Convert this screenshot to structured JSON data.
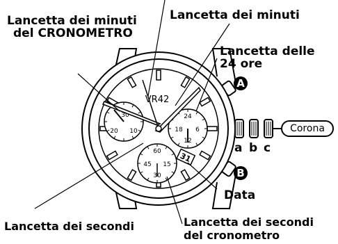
{
  "labels": {
    "lancetta_minuti_crono_line1": "Lancetta dei minuti",
    "lancetta_minuti_crono_line2": "del CRONOMETRO",
    "lancetta_minuti": "Lancetta dei minuti",
    "lancetta_24_line1": "Lancetta delle",
    "lancetta_24_line2": "24 ore",
    "corona": "Corona",
    "pos_a": "a",
    "pos_b": "b",
    "pos_c": "c",
    "data": "Data",
    "lancetta_secondi": "Lancetta dei secondi",
    "lancetta_secondi_crono_line1": "Lancetta dei secondi",
    "lancetta_secondi_crono_line2": "del cronometro"
  },
  "buttons": {
    "a": "A",
    "b": "B"
  },
  "dial": {
    "model": "VR42",
    "date": "31",
    "left_subdial": [
      "30",
      "20",
      "10"
    ],
    "right_subdial": [
      "24",
      "18",
      "6",
      "12"
    ],
    "bottom_subdial": [
      "60",
      "45",
      "15",
      "30"
    ]
  }
}
